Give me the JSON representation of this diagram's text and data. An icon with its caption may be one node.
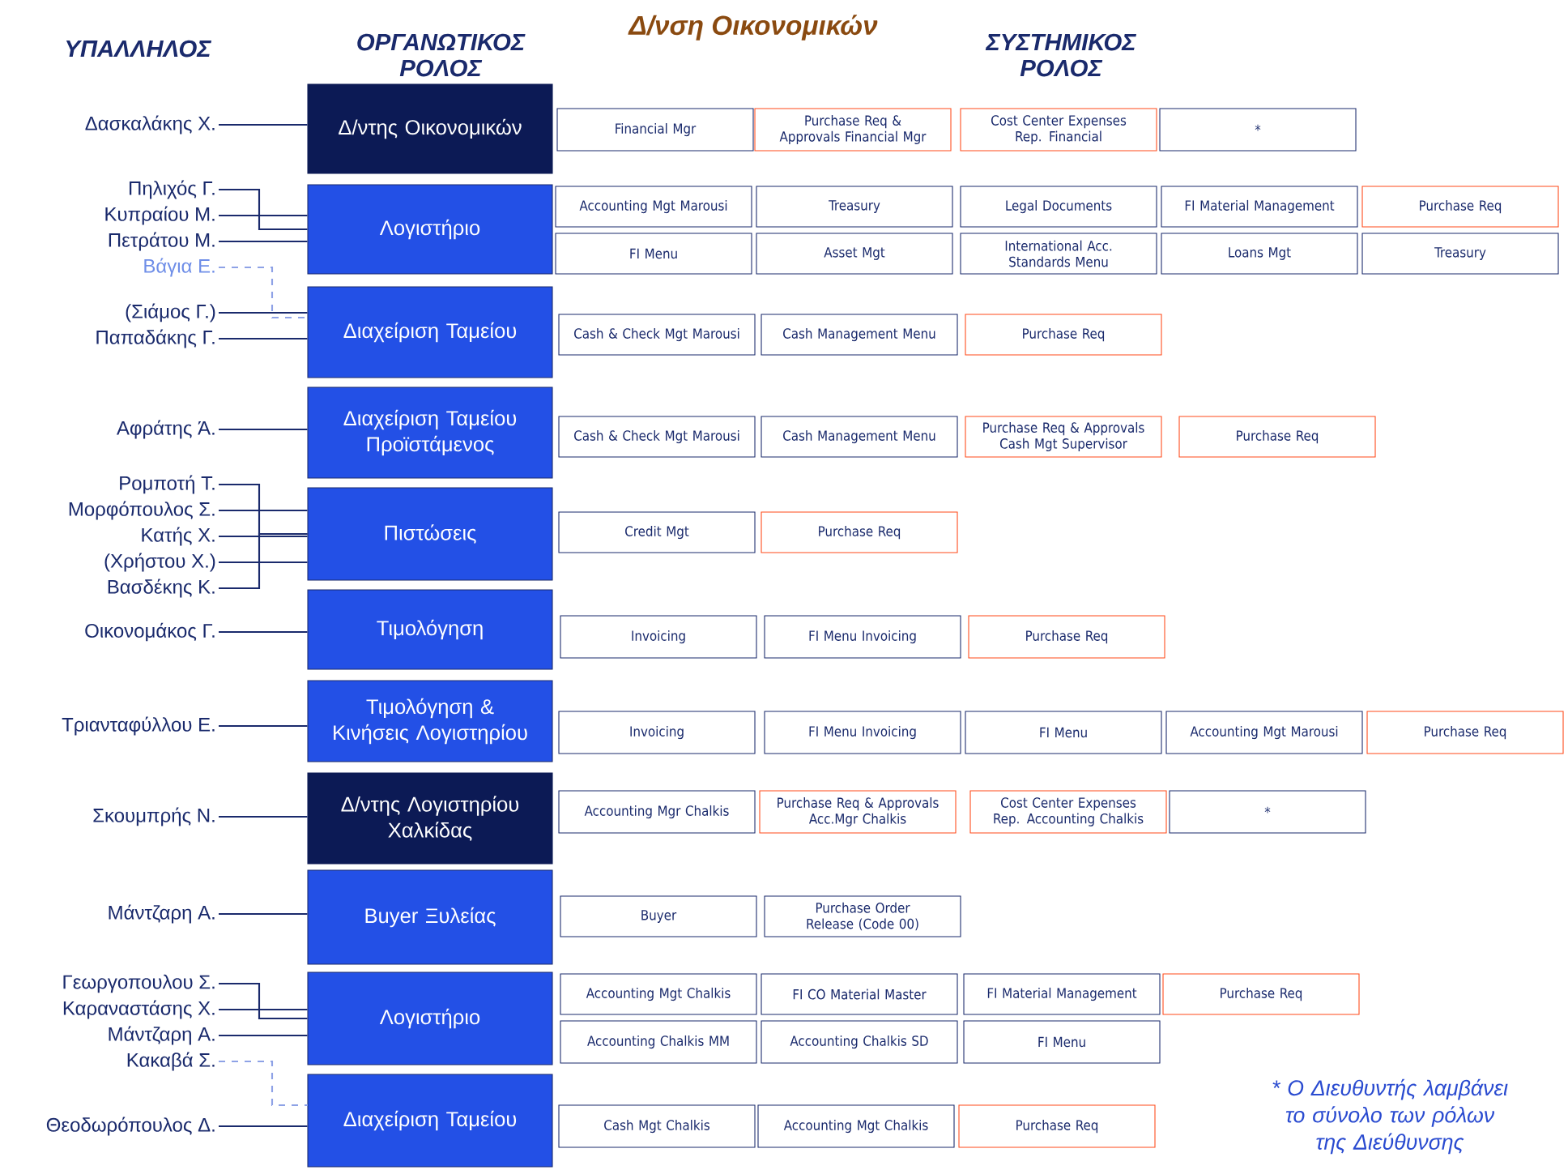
{
  "diagram": {
    "title": "Δ/νση Οικονομικών",
    "nodes": [
      {
        "text": [
          "Δασκαλάκης Χ."
        ]
      },
      {
        "text": [
          "Δ/ντης Οικονομικών"
        ]
      },
      {
        "text": [
          "Financial Mgr"
        ]
      },
      {
        "text": [
          "Purchase Req & Approvals Financial Mgr"
        ]
      },
      {
        "text": [
          "Cost Center Expenses Rep. Financial"
        ]
      },
      {
        "text": [
          "*"
        ]
      },
      {
        "text": [
          "Πηλιχός Γ."
        ]
      },
      {
        "text": [
          "Κυπραίου Μ."
        ]
      },
      {
        "text": [
          "Πετράτου Μ."
        ]
      },
      {
        "text": [
          "Βάγια Ε."
        ]
      },
      {
        "text": [
          "Λογιστήριο"
        ]
      },
      {
        "text": [
          "Accounting Mgt Marousi"
        ]
      },
      {
        "text": [
          "Treasury"
        ]
      },
      {
        "text": [
          "Legal Documents"
        ]
      },
      {
        "text": [
          "FI Material Management"
        ]
      },
      {
        "text": [
          "Purchase Req"
        ]
      },
      {
        "text": [
          "FI Menu"
        ]
      },
      {
        "text": [
          "Asset Mgt"
        ]
      },
      {
        "text": [
          "International Acc. Standards Menu"
        ]
      },
      {
        "text": [
          "Loans Mgt"
        ]
      },
      {
        "text": [
          "Treasury"
        ]
      },
      {
        "text": [
          "(Σιάμος Γ.)"
        ]
      },
      {
        "text": [
          "Παπαδάκης Γ."
        ]
      },
      {
        "text": [
          "Διαχείριση Ταμείου"
        ]
      },
      {
        "text": [
          "Cash & Check Mgt Marousi"
        ]
      },
      {
        "text": [
          "Cash Management Menu"
        ]
      },
      {
        "text": [
          "Purchase Req"
        ]
      },
      {
        "text": [
          "Αφράτης Ά."
        ]
      },
      {
        "text": [
          "Διαχείριση Ταμείου Προϊστάμενος"
        ]
      },
      {
        "text": [
          "Cash & Check Mgt Marousi"
        ]
      },
      {
        "text": [
          "Cash Management Menu"
        ]
      },
      {
        "text": [
          "Purchase Req & Approvals Cash Mgt Supervisor"
        ]
      },
      {
        "text": [
          "Purchase Req"
        ]
      },
      {
        "text": [
          "Ρομποτή Τ."
        ]
      },
      {
        "text": [
          "Μορφόπουλος Σ."
        ]
      },
      {
        "text": [
          "Κατής Χ."
        ]
      },
      {
        "text": [
          "(Χρήστου Χ.)"
        ]
      },
      {
        "text": [
          "Βασδέκης Κ."
        ]
      },
      {
        "text": [
          "Πιστώσεις"
        ]
      },
      {
        "text": [
          "Credit Mgt"
        ]
      },
      {
        "text": [
          "Purchase Req"
        ]
      },
      {
        "text": [
          "Οικονομάκος Γ."
        ]
      },
      {
        "text": [
          "Τιμολόγηση"
        ]
      },
      {
        "text": [
          "Invoicing"
        ]
      },
      {
        "text": [
          "FI Menu Invoicing"
        ]
      },
      {
        "text": [
          "Purchase Req"
        ]
      },
      {
        "text": [
          "Τριανταφύλλου Ε."
        ]
      },
      {
        "text": [
          "Τιμολόγηση & Κινήσεις Λογιστηρίου"
        ]
      },
      {
        "text": [
          "Invoicing"
        ]
      },
      {
        "text": [
          "FI Menu Invoicing"
        ]
      },
      {
        "text": [
          "FI Menu"
        ]
      },
      {
        "text": [
          "Accounting Mgt Marousi"
        ]
      },
      {
        "text": [
          "Purchase Req"
        ]
      },
      {
        "text": [
          "Σκουμπρής Ν."
        ]
      },
      {
        "text": [
          "Δ/ντης Λογιστηρίου Χαλκίδας"
        ]
      },
      {
        "text": [
          "Accounting Mgr Chalkis"
        ]
      },
      {
        "text": [
          "Purchase Req & Approvals Acc.Mgr Chalkis"
        ]
      },
      {
        "text": [
          "Cost Center Expenses Rep. Accounting Chalkis"
        ]
      },
      {
        "text": [
          "*"
        ]
      },
      {
        "text": [
          "Μάντζαρη Α."
        ]
      },
      {
        "text": [
          "Buyer Ξυλείας"
        ]
      },
      {
        "text": [
          "Buyer"
        ]
      },
      {
        "text": [
          "Purchase Order Release (Code 00)"
        ]
      },
      {
        "text": [
          "Γεωργοπουλου Σ."
        ]
      },
      {
        "text": [
          "Καραναστάσης Χ."
        ]
      },
      {
        "text": [
          "Μάντζαρη Α."
        ]
      },
      {
        "text": [
          "Κακαβά Σ."
        ]
      },
      {
        "text": [
          "Λογιστήριο"
        ]
      },
      {
        "text": [
          "Accounting Mgt Chalkis"
        ]
      },
      {
        "text": [
          "FI CO Material Master"
        ]
      },
      {
        "text": [
          "FI Material Management"
        ]
      },
      {
        "text": [
          "Purchase Req"
        ]
      },
      {
        "text": [
          "Accounting Chalkis MM"
        ]
      },
      {
        "text": [
          "Accounting Chalkis SD"
        ]
      },
      {
        "text": [
          "FI Menu"
        ]
      },
      {
        "text": [
          "Θεοδωρόπουλος Δ."
        ]
      },
      {
        "text": [
          "Διαχείριση Ταμείου"
        ]
      },
      {
        "text": [
          "Cash Mgt Chalkis"
        ]
      },
      {
        "text": [
          "Accounting Mgt Chalkis"
        ]
      },
      {
        "text": [
          "Purchase Req"
        ]
      }
    ],
    "edges": [
      {
        "from": 0,
        "to": 1,
        "arrow": "none"
      },
      {
        "from": 6,
        "to": 10,
        "arrow": "none"
      },
      {
        "from": 7,
        "to": 10,
        "arrow": "none"
      },
      {
        "from": 8,
        "to": 10,
        "arrow": "none"
      },
      {
        "from": 9,
        "to": 23,
        "arrow": "none",
        "style": "dashed",
        "color": "#8ea2e6"
      },
      {
        "from": 21,
        "to": 23,
        "arrow": "none"
      },
      {
        "from": 22,
        "to": 23,
        "arrow": "none"
      },
      {
        "from": 27,
        "to": 28,
        "arrow": "none"
      },
      {
        "from": 33,
        "to": 38,
        "arrow": "none"
      },
      {
        "from": 34,
        "to": 38,
        "arrow": "none"
      },
      {
        "from": 35,
        "to": 38,
        "arrow": "none"
      },
      {
        "from": 36,
        "to": 38,
        "arrow": "none"
      },
      {
        "from": 37,
        "to": 38,
        "arrow": "none"
      },
      {
        "from": 41,
        "to": 42,
        "arrow": "none"
      },
      {
        "from": 46,
        "to": 47,
        "arrow": "none"
      },
      {
        "from": 53,
        "to": 54,
        "arrow": "none"
      },
      {
        "from": 59,
        "to": 60,
        "arrow": "none"
      },
      {
        "from": 63,
        "to": 67,
        "arrow": "none"
      },
      {
        "from": 64,
        "to": 67,
        "arrow": "none"
      },
      {
        "from": 65,
        "to": 67,
        "arrow": "none"
      },
      {
        "from": 66,
        "to": 76,
        "arrow": "none",
        "style": "dashed",
        "color": "#8ea2e6"
      },
      {
        "from": 75,
        "to": 76,
        "arrow": "none"
      }
    ],
    "labels": [
      "ΥΠΑΛΛΗΛΟΣ",
      "ΟΡΓΑΝΩΤΙΚΟΣ ΡΟΛΟΣ",
      "ΣΥΣΤΗΜΙΚΟΣ ΡΟΛΟΣ",
      "* Ο Διευθυντής λαμβάνει το σύνολο των ρόλων της Διεύθυνσης"
    ]
  }
}
